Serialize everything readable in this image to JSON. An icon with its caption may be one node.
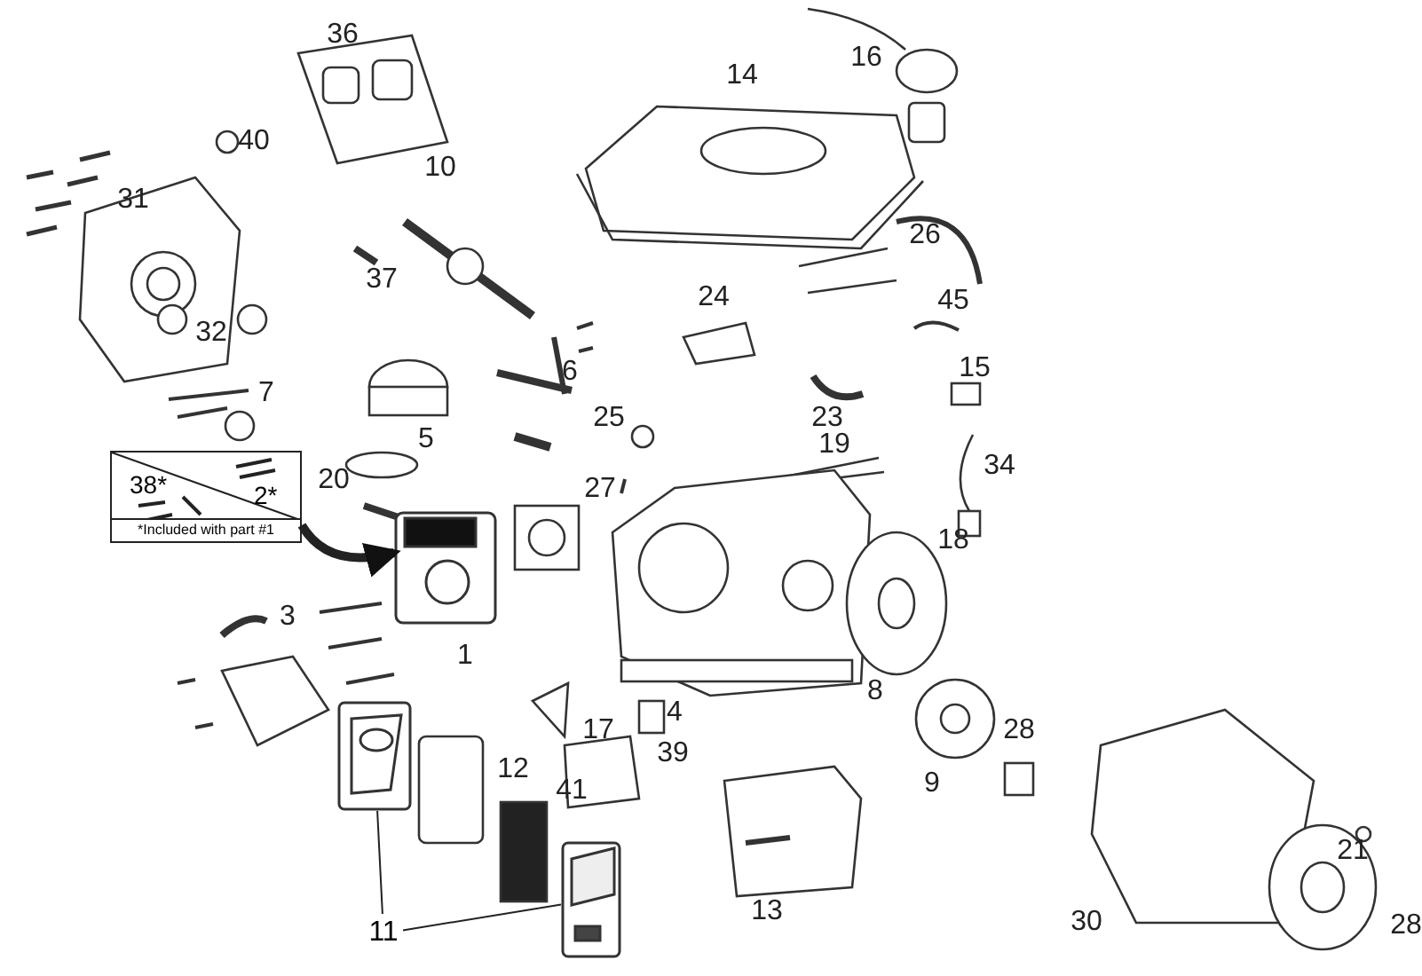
{
  "diagram": {
    "nodes": [
      {
        "text": [
          "11"
        ]
      },
      {
        "text": [],
        "shape": "picture"
      },
      {
        "text": [],
        "shape": "picture"
      },
      {
        "text": [
          "38*",
          "2*",
          "*Included with part #1"
        ]
      },
      {
        "text": [],
        "shape": "picture"
      }
    ],
    "edges": [
      {
        "from": 0,
        "to": 1,
        "arrow": "none"
      },
      {
        "from": 0,
        "to": 2,
        "arrow": "none"
      },
      {
        "from": 3,
        "to": 4,
        "arrow": "to",
        "style": "thick"
      }
    ],
    "labels": [
      "36",
      "16",
      "14",
      "40",
      "10",
      "31",
      "26",
      "37",
      "24",
      "45",
      "32",
      "15",
      "6",
      "23",
      "7",
      "25",
      "5",
      "19",
      "34",
      "20",
      "27",
      "18",
      "3",
      "1",
      "4",
      "8",
      "39",
      "28",
      "17",
      "12",
      "9",
      "41",
      "21",
      "13",
      "30",
      "28"
    ]
  }
}
